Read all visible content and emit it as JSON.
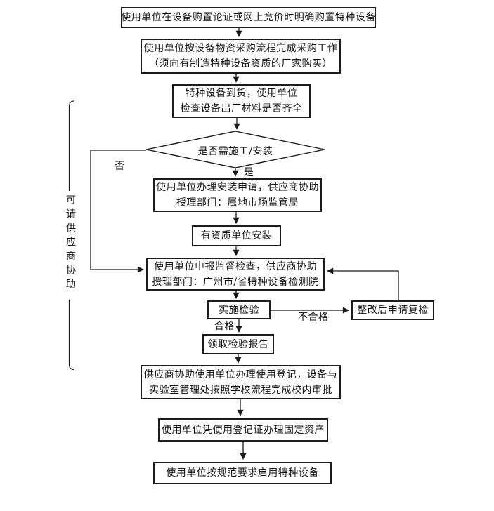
{
  "diagram": {
    "nodes": {
      "specify": {
        "lines": [
          "使用单位在设备购置论证或网上竞价时明确购置特种设备"
        ]
      },
      "purchase": {
        "lines": [
          "使用单位按设备物资采购流程完成采购工作",
          "（须向有制造特种设备资质的厂家购买）"
        ]
      },
      "arrival_check": {
        "lines": [
          "特种设备到货，使用单位",
          "检查设备出厂材料是否齐全"
        ]
      },
      "need_install": {
        "lines": [
          "是否需施工/安装"
        ]
      },
      "install_apply": {
        "lines": [
          "使用单位办理安装申请，供应商协助",
          "授理部门：属地市场监管局"
        ]
      },
      "qualified_install": {
        "lines": [
          "有资质单位安装"
        ]
      },
      "supervision": {
        "lines": [
          "使用单位申报监督检查，供应商协助",
          "授理部门：广州市/省特种设备检测院"
        ]
      },
      "inspection": {
        "lines": [
          "实施检验"
        ]
      },
      "recheck": {
        "lines": [
          "整改后申请复检"
        ]
      },
      "report": {
        "lines": [
          "领取检验报告"
        ]
      },
      "registration": {
        "lines": [
          "供应商协助使用单位办理使用登记，设备与",
          "实验室管理处按照学校流程完成校内审批"
        ]
      },
      "fixed_asset": {
        "lines": [
          "使用单位凭使用登记证办理固定资产"
        ]
      },
      "enable": {
        "lines": [
          "使用单位按规范要求启用特种设备"
        ]
      }
    },
    "edge_labels": {
      "yes": "是",
      "no": "否",
      "pass": "合格",
      "fail": "不合格"
    },
    "side_note": "可请供应商协助",
    "colors": {
      "line": "#1a1a1a",
      "box_border": "#1c1c1c",
      "text": "#111111",
      "background": "#ffffff"
    }
  }
}
